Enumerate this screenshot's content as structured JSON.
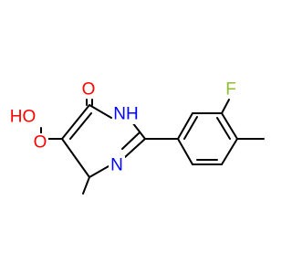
{
  "molecule": {
    "atoms": {
      "oxygen_ketone": {
        "text": "O",
        "color": "#ff0000"
      },
      "nitrogen_nh": {
        "text": "NH",
        "color": "#0000ff"
      },
      "nitrogen_ring": {
        "text": "N",
        "color": "#0000ff"
      },
      "hydroxyl": {
        "text": "HO",
        "color": "#ff0000"
      },
      "oxygen_carbonyl": {
        "text": "O",
        "color": "#ff0000"
      },
      "fluorine": {
        "text": "F",
        "color": "#8fbf2f"
      }
    },
    "bond_color": "#000000"
  }
}
